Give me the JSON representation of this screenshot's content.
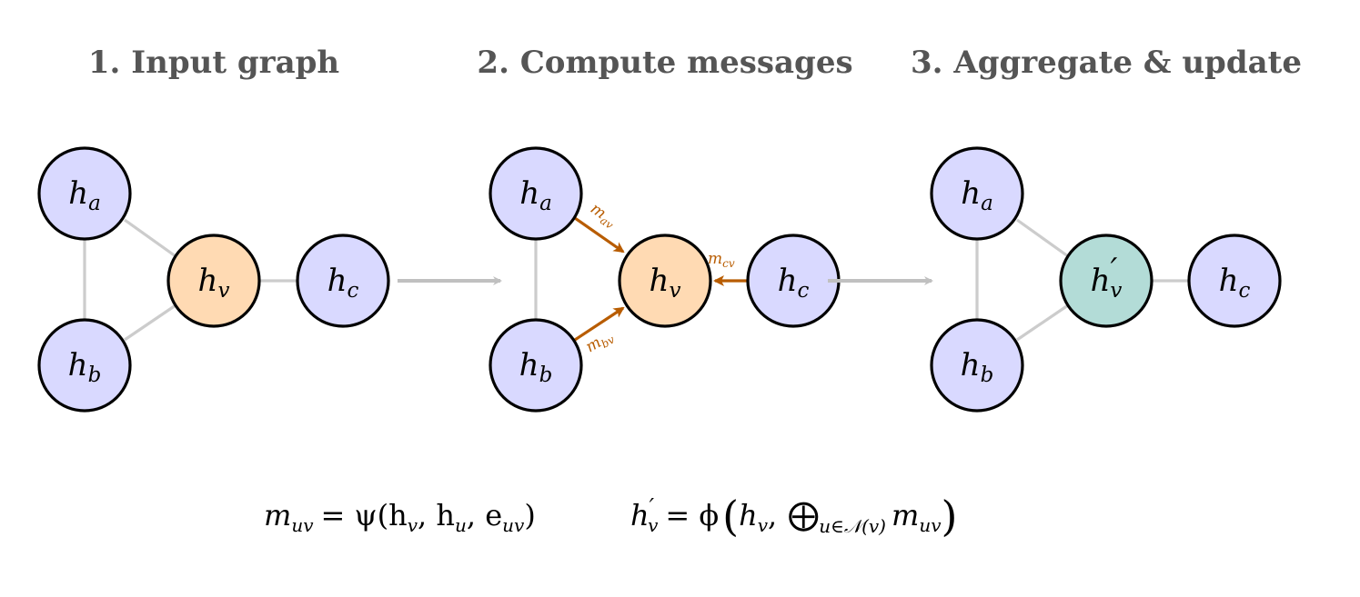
{
  "panels": [
    {
      "title": "1.  Input graph",
      "nodes": {
        "a": {
          "base": "h",
          "sub": "a",
          "prime": ""
        },
        "b": {
          "base": "h",
          "sub": "b",
          "prime": ""
        },
        "v": {
          "base": "h",
          "sub": "v",
          "prime": ""
        },
        "c": {
          "base": "h",
          "sub": "c",
          "prime": ""
        }
      }
    },
    {
      "title": "2.  Compute messages",
      "nodes": {
        "a": {
          "base": "h",
          "sub": "a",
          "prime": ""
        },
        "b": {
          "base": "h",
          "sub": "b",
          "prime": ""
        },
        "v": {
          "base": "h",
          "sub": "v",
          "prime": ""
        },
        "c": {
          "base": "h",
          "sub": "c",
          "prime": ""
        }
      },
      "messages": [
        {
          "base": "m",
          "sub": "av"
        },
        {
          "base": "m",
          "sub": "bv"
        },
        {
          "base": "m",
          "sub": "cv"
        }
      ]
    },
    {
      "title": "3.  Aggregate & update",
      "nodes": {
        "a": {
          "base": "h",
          "sub": "a",
          "prime": ""
        },
        "b": {
          "base": "h",
          "sub": "b",
          "prime": ""
        },
        "v": {
          "base": "h",
          "sub": "v",
          "prime": "′"
        },
        "c": {
          "base": "h",
          "sub": "c",
          "prime": ""
        }
      }
    }
  ],
  "equations": {
    "message": {
      "lhs_base": "m",
      "lhs_sub": "uv",
      "rhs": "= ψ(h",
      "args": [
        "v",
        ", h",
        "u",
        ", e",
        "uv",
        ")"
      ]
    },
    "update": {
      "lhs": "h",
      "lhs_prime": "′",
      "lhs_sub": "v",
      "eq": "= ϕ",
      "open_paren": "(",
      "h": "h",
      "h_sub": "v",
      "comma": ",",
      "op": "⨁",
      "op_sub": "u∈𝒩(v)",
      "m": "m",
      "m_sub": "uv",
      "close_paren": ")"
    }
  },
  "colors": {
    "neighbor_fill": "#d9d9ff",
    "center_fill": "#ffdab3",
    "updated_fill": "#b3dcd7",
    "message_arrow": "#b85c00",
    "edge": "#cccccc",
    "title": "#555555"
  }
}
